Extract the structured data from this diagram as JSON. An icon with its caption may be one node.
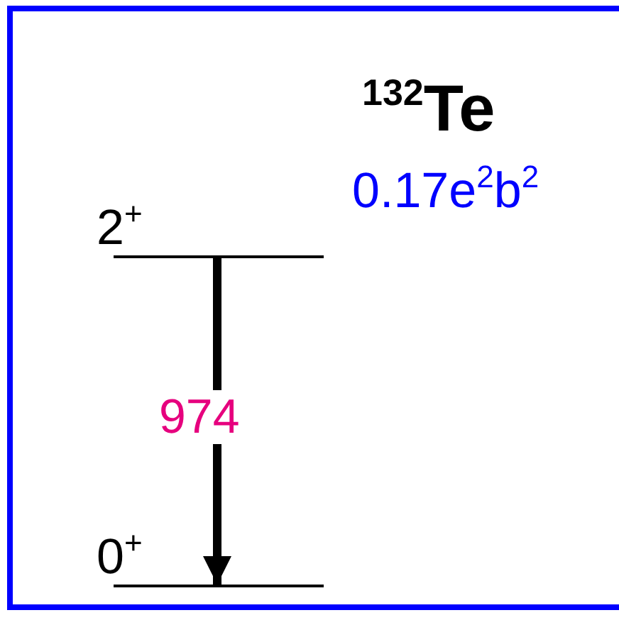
{
  "diagram": {
    "title": "$^{132}$Te",
    "nodes": [
      {
        "text": [
          "2$^{+}$"
        ]
      },
      {
        "text": [
          "0$^{+}$"
        ]
      }
    ],
    "edges": [
      {
        "from": 0,
        "to": 1,
        "arrow": "to",
        "label": "974"
      }
    ],
    "labels": [
      "0.17e$^{2}$b$^{2}$"
    ]
  }
}
